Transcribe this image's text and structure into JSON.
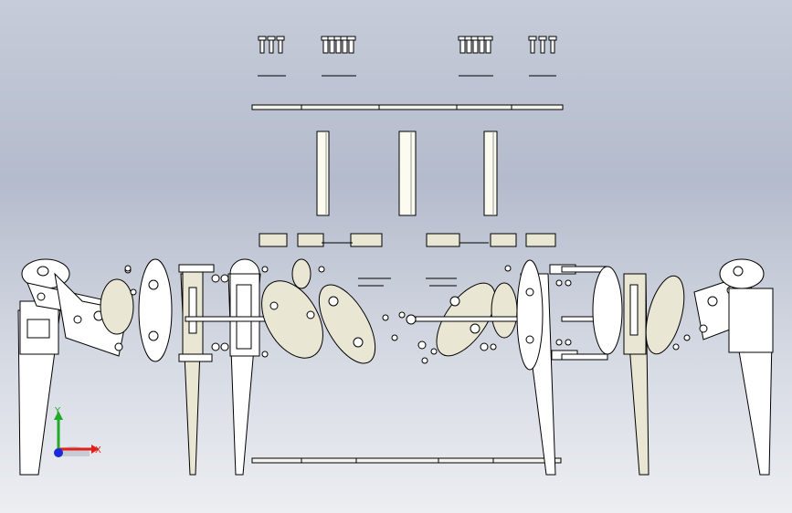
{
  "view": {
    "background_top": "#c6ccd9",
    "background_bottom": "#eceef2",
    "part_fill": "#ffffff",
    "bracket_fill": "#e9e6d4",
    "spacer_fill": "#fbfbf0",
    "edge_color": "#000000"
  },
  "triad": {
    "x_label": "X",
    "y_label": "Y",
    "x_color": "#e0201a",
    "y_color": "#1faa2a",
    "z_color": "#1a2ad8"
  },
  "assembly": {
    "screw_groups": 4,
    "standoffs": 3,
    "nut_groups": 4,
    "legs": 4
  }
}
